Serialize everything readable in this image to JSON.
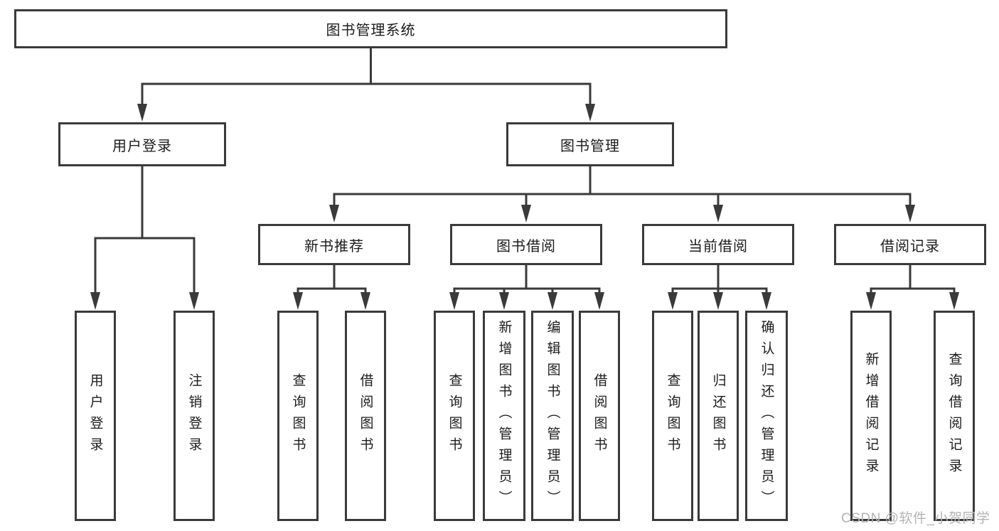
{
  "diagram": {
    "type": "hierarchy-tree",
    "colors": {
      "line": "#3a3a3a",
      "box_border": "#3a3a3a",
      "text": "#1c1c1c",
      "background": "#ffffff",
      "watermark": "#b3b3b3"
    },
    "tree": {
      "root": {
        "label": "图书管理系统"
      },
      "branches": [
        {
          "label": "用户登录",
          "children": [
            {
              "label": "用户登录"
            },
            {
              "label": "注销登录"
            }
          ]
        },
        {
          "label": "图书管理",
          "children": [
            {
              "label": "新书推荐",
              "children": [
                {
                  "label": "查询图书"
                },
                {
                  "label": "借阅图书"
                }
              ]
            },
            {
              "label": "图书借阅",
              "children": [
                {
                  "label": "查询图书"
                },
                {
                  "label": "新增图书（管理员）"
                },
                {
                  "label": "编辑图书（管理员）"
                },
                {
                  "label": "借阅图书"
                }
              ]
            },
            {
              "label": "当前借阅",
              "children": [
                {
                  "label": "查询图书"
                },
                {
                  "label": "归还图书"
                },
                {
                  "label": "确认归还（管理员）"
                }
              ]
            },
            {
              "label": "借阅记录",
              "children": [
                {
                  "label": "新增借阅记录"
                },
                {
                  "label": "查询借阅记录"
                }
              ]
            }
          ]
        }
      ]
    }
  },
  "watermark": {
    "text": "CSDN @软件_小贺同学"
  }
}
